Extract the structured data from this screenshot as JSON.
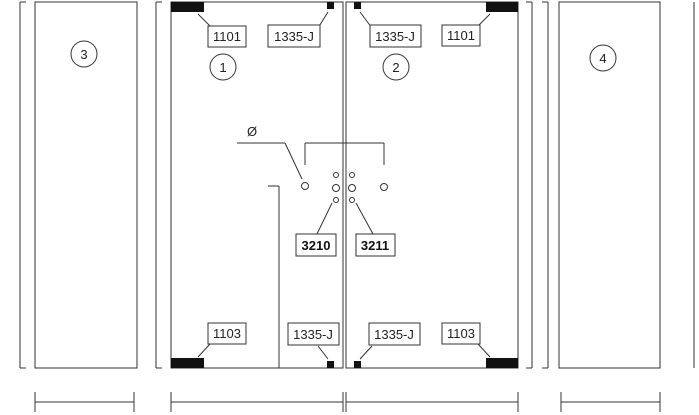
{
  "panels": {
    "p1": "1",
    "p2": "2",
    "p3": "3",
    "p4": "4"
  },
  "callouts": {
    "top_left_hinge": "1101",
    "top_right_hinge": "1101",
    "top_center_left": "1335-J",
    "top_center_right": "1335-J",
    "bottom_left_hinge": "1103",
    "bottom_right_hinge": "1103",
    "bottom_center_left": "1335-J",
    "bottom_center_right": "1335-J",
    "handle_left": "3210",
    "handle_right": "3211"
  },
  "diameter_symbol": "Ø"
}
